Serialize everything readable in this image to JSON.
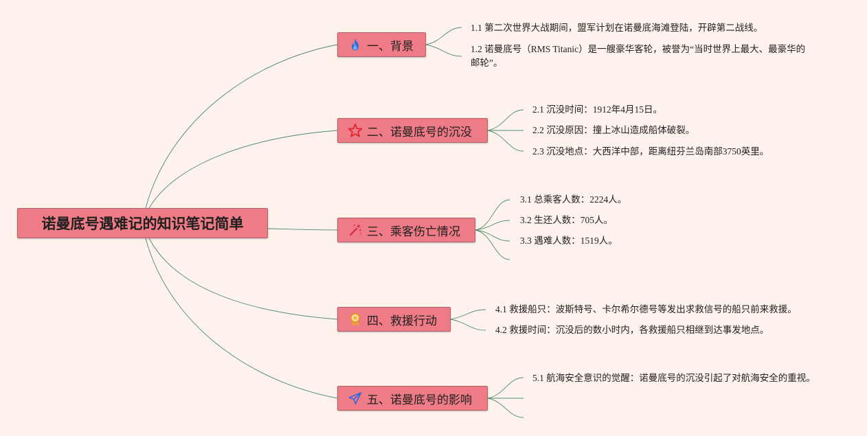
{
  "root": {
    "label": "诺曼底号遇难记的知识笔记简单"
  },
  "branches": [
    {
      "label": "一、背景",
      "icon": "flame-icon",
      "items": [
        "1.1 第二次世界大战期间，盟军计划在诺曼底海滩登陆，开辟第二战线。",
        "1.2 诺曼底号（RMS Titanic）是一艘豪华客轮，被誉为“当时世界上最大、最豪华的邮轮”。"
      ]
    },
    {
      "label": "二、诺曼底号的沉没",
      "icon": "star-icon",
      "items": [
        "2.1 沉没时间：1912年4月15日。",
        "2.2 沉没原因：撞上冰山造成船体破裂。",
        "2.3 沉没地点：大西洋中部，距离纽芬兰岛南部3750英里。"
      ]
    },
    {
      "label": "三、乘客伤亡情况",
      "icon": "sparkle-wand-icon",
      "items": [
        "3.1 总乘客人数：2224人。",
        "3.2 生还人数：705人。",
        "3.3 遇难人数：1519人。"
      ]
    },
    {
      "label": "四、救援行动",
      "icon": "medal-icon",
      "items": [
        "4.1 救援船只：波斯特号、卡尔希尔德号等发出求救信号的船只前来救援。",
        "4.2 救援时间：沉没后的数小时内，各救援船只相继到达事发地点。"
      ]
    },
    {
      "label": "五、诺曼底号的影响",
      "icon": "paper-plane-icon",
      "items": [
        "5.1 航海安全意识的觉醒：诺曼底号的沉没引起了对航海安全的重视。"
      ]
    }
  ]
}
